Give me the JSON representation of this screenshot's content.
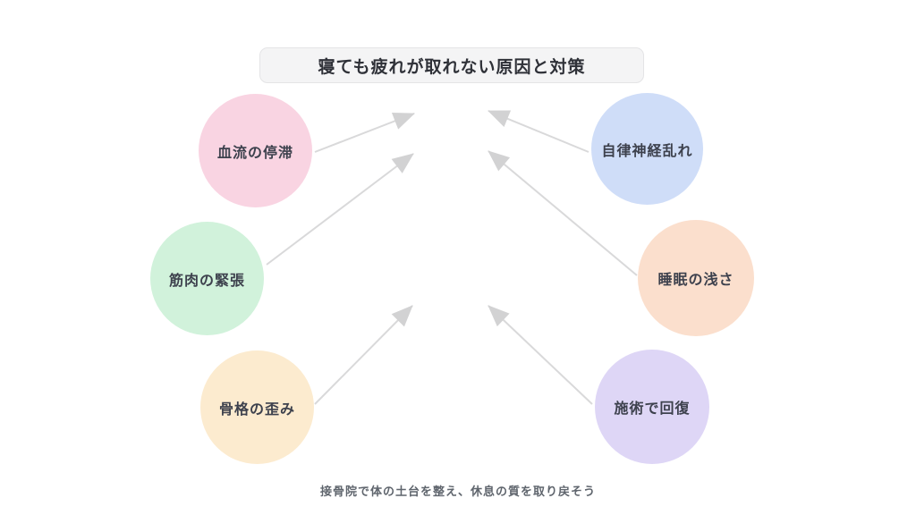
{
  "title": "寝ても疲れが取れない原因と対策",
  "caption": "接骨院で体の土台を整え、休息の質を取り戻そう",
  "palette": {
    "title_bg": "#f4f4f5",
    "title_border": "#e4e4e6",
    "heading_text": "#2f3138",
    "label_text": "#3d414d",
    "caption_text": "#5f656d",
    "arrow_line": "#d9d9da",
    "arrow_head": "#d2d2d3"
  },
  "nodes": [
    {
      "id": "blood-stagnation",
      "label": "血流の停滞",
      "color": "#f9d4e2",
      "role": "cause"
    },
    {
      "id": "autonomic-imbalance",
      "label": "自律神経乱れ",
      "color": "#cfddf8",
      "role": "cause"
    },
    {
      "id": "muscle-tension",
      "label": "筋肉の緊張",
      "color": "#d1f2db",
      "role": "cause"
    },
    {
      "id": "shallow-sleep",
      "label": "睡眠の浅さ",
      "color": "#fbdfcd",
      "role": "cause"
    },
    {
      "id": "skeletal-distortion",
      "label": "骨格の歪み",
      "color": "#fcebcf",
      "role": "cause"
    },
    {
      "id": "treatment-recovery",
      "label": "施術で回復",
      "color": "#ded6f6",
      "role": "solution"
    }
  ]
}
